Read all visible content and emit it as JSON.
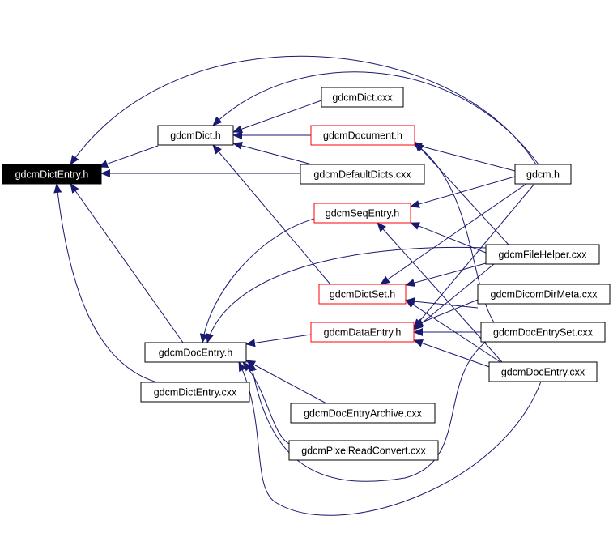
{
  "colors": {
    "edge": "#191970",
    "box_normal": "#000000",
    "box_truncated": "#ff0000",
    "focus_fill": "#000000",
    "focus_text": "#ffffff",
    "text": "#000000"
  },
  "nodes": [
    {
      "id": "dictentry_h",
      "label": "gdcmDictEntry.h",
      "kind": "focus"
    },
    {
      "id": "dict_h",
      "label": "gdcmDict.h",
      "kind": "normal"
    },
    {
      "id": "dict_cxx",
      "label": "gdcmDict.cxx",
      "kind": "normal"
    },
    {
      "id": "document_h",
      "label": "gdcmDocument.h",
      "kind": "truncated"
    },
    {
      "id": "defaultdicts_cxx",
      "label": "gdcmDefaultDicts.cxx",
      "kind": "normal"
    },
    {
      "id": "gdcm_h",
      "label": "gdcm.h",
      "kind": "normal"
    },
    {
      "id": "seqentry_h",
      "label": "gdcmSeqEntry.h",
      "kind": "truncated"
    },
    {
      "id": "filehelper_cxx",
      "label": "gdcmFileHelper.cxx",
      "kind": "normal"
    },
    {
      "id": "dictset_h",
      "label": "gdcmDictSet.h",
      "kind": "truncated"
    },
    {
      "id": "dicomdirmeta_cxx",
      "label": "gdcmDicomDirMeta.cxx",
      "kind": "normal"
    },
    {
      "id": "dataentry_h",
      "label": "gdcmDataEntry.h",
      "kind": "truncated"
    },
    {
      "id": "docentryset_cxx",
      "label": "gdcmDocEntrySet.cxx",
      "kind": "normal"
    },
    {
      "id": "docentry_h",
      "label": "gdcmDocEntry.h",
      "kind": "normal"
    },
    {
      "id": "docentry_cxx",
      "label": "gdcmDocEntry.cxx",
      "kind": "normal"
    },
    {
      "id": "dictentry_cxx",
      "label": "gdcmDictEntry.cxx",
      "kind": "normal"
    },
    {
      "id": "docentryarchive_cxx",
      "label": "gdcmDocEntryArchive.cxx",
      "kind": "normal"
    },
    {
      "id": "pixelreadconvert_cxx",
      "label": "gdcmPixelReadConvert.cxx",
      "kind": "normal"
    }
  ],
  "edges": [
    {
      "from": "dict_h",
      "to": "dictentry_h"
    },
    {
      "from": "defaultdicts_cxx",
      "to": "dictentry_h"
    },
    {
      "from": "gdcm_h",
      "to": "dictentry_h"
    },
    {
      "from": "docentry_h",
      "to": "dictentry_h"
    },
    {
      "from": "dictentry_cxx",
      "to": "dictentry_h"
    },
    {
      "from": "dict_cxx",
      "to": "dict_h"
    },
    {
      "from": "document_h",
      "to": "dict_h"
    },
    {
      "from": "defaultdicts_cxx",
      "to": "dict_h"
    },
    {
      "from": "dictset_h",
      "to": "dict_h"
    },
    {
      "from": "gdcm_h",
      "to": "dict_h"
    },
    {
      "from": "gdcm_h",
      "to": "document_h"
    },
    {
      "from": "filehelper_cxx",
      "to": "document_h"
    },
    {
      "from": "docentryset_cxx",
      "to": "document_h"
    },
    {
      "from": "gdcm_h",
      "to": "seqentry_h"
    },
    {
      "from": "filehelper_cxx",
      "to": "seqentry_h"
    },
    {
      "from": "docentry_cxx",
      "to": "seqentry_h"
    },
    {
      "from": "gdcm_h",
      "to": "dictset_h"
    },
    {
      "from": "filehelper_cxx",
      "to": "dictset_h"
    },
    {
      "from": "dicomdirmeta_cxx",
      "to": "dictset_h"
    },
    {
      "from": "docentry_cxx",
      "to": "dictset_h"
    },
    {
      "from": "gdcm_h",
      "to": "dataentry_h"
    },
    {
      "from": "filehelper_cxx",
      "to": "dataentry_h"
    },
    {
      "from": "dicomdirmeta_cxx",
      "to": "dataentry_h"
    },
    {
      "from": "docentryset_cxx",
      "to": "dataentry_h"
    },
    {
      "from": "docentry_cxx",
      "to": "dataentry_h"
    },
    {
      "from": "dataentry_h",
      "to": "docentry_h"
    },
    {
      "from": "seqentry_h",
      "to": "docentry_h"
    },
    {
      "from": "filehelper_cxx",
      "to": "docentry_h"
    },
    {
      "from": "docentryarchive_cxx",
      "to": "docentry_h"
    },
    {
      "from": "pixelreadconvert_cxx",
      "to": "docentry_h"
    },
    {
      "from": "docentryset_cxx",
      "to": "docentry_h"
    },
    {
      "from": "docentry_cxx",
      "to": "docentry_h"
    }
  ]
}
